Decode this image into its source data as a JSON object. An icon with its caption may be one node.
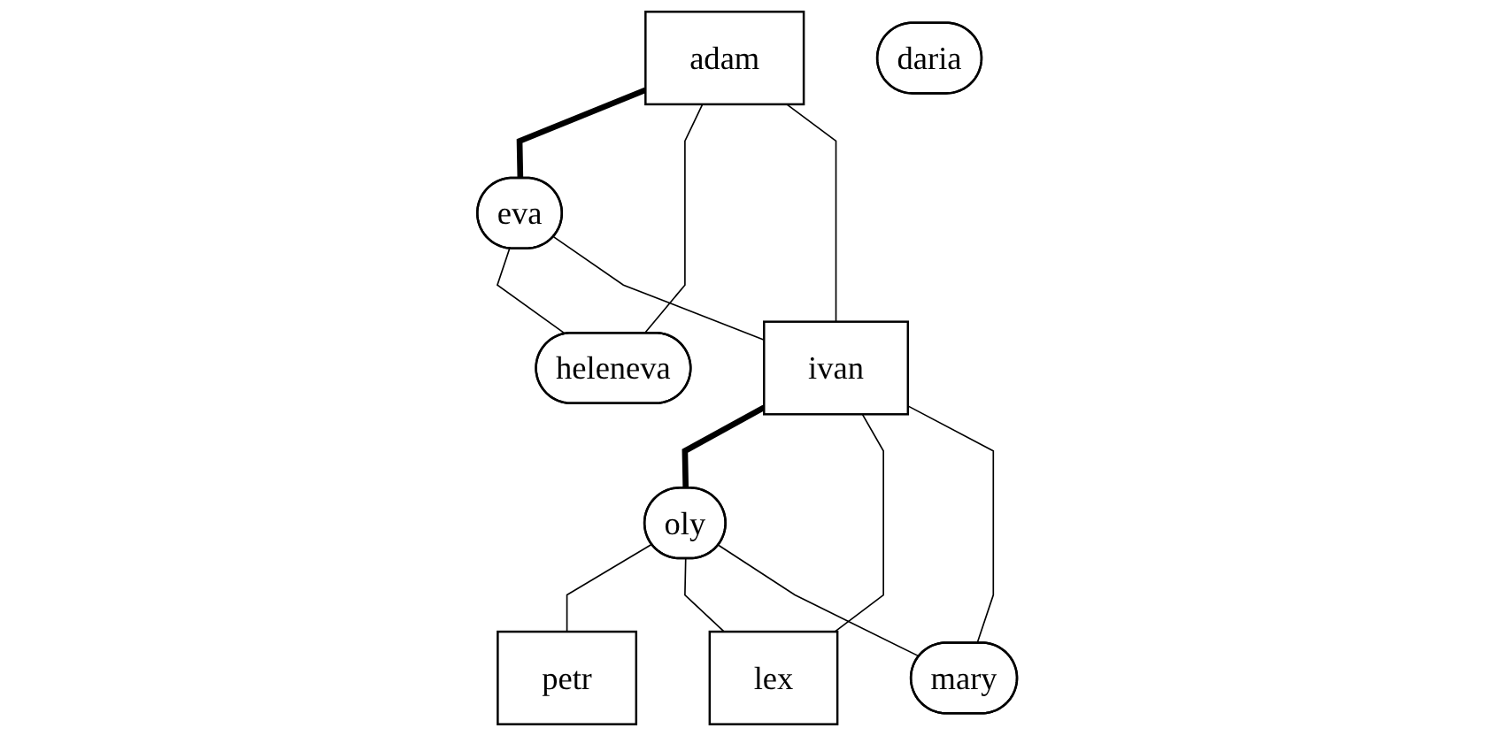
{
  "diagram": {
    "nodes": [
      {
        "text": [
          "adam"
        ]
      },
      {
        "text": [
          "eva"
        ]
      },
      {
        "text": [
          "daria"
        ]
      },
      {
        "text": [
          "heleneva"
        ]
      },
      {
        "text": [
          "ivan"
        ]
      },
      {
        "text": [
          "oly"
        ]
      },
      {
        "text": [
          "petr"
        ]
      },
      {
        "text": [
          "lex"
        ]
      },
      {
        "text": [
          "mary"
        ]
      }
    ],
    "edges": [
      {
        "from": 0,
        "to": 1,
        "arrow": "none",
        "style": "thick"
      },
      {
        "from": 0,
        "to": 3,
        "arrow": "none"
      },
      {
        "from": 0,
        "to": 4,
        "arrow": "none"
      },
      {
        "from": 1,
        "to": 3,
        "arrow": "none"
      },
      {
        "from": 1,
        "to": 4,
        "arrow": "none"
      },
      {
        "from": 4,
        "to": 5,
        "arrow": "none",
        "style": "thick"
      },
      {
        "from": 5,
        "to": 6,
        "arrow": "none"
      },
      {
        "from": 4,
        "to": 7,
        "arrow": "none"
      },
      {
        "from": 4,
        "to": 8,
        "arrow": "none"
      },
      {
        "from": 5,
        "to": 7,
        "arrow": "none"
      },
      {
        "from": 5,
        "to": 8,
        "arrow": "none"
      }
    ]
  }
}
